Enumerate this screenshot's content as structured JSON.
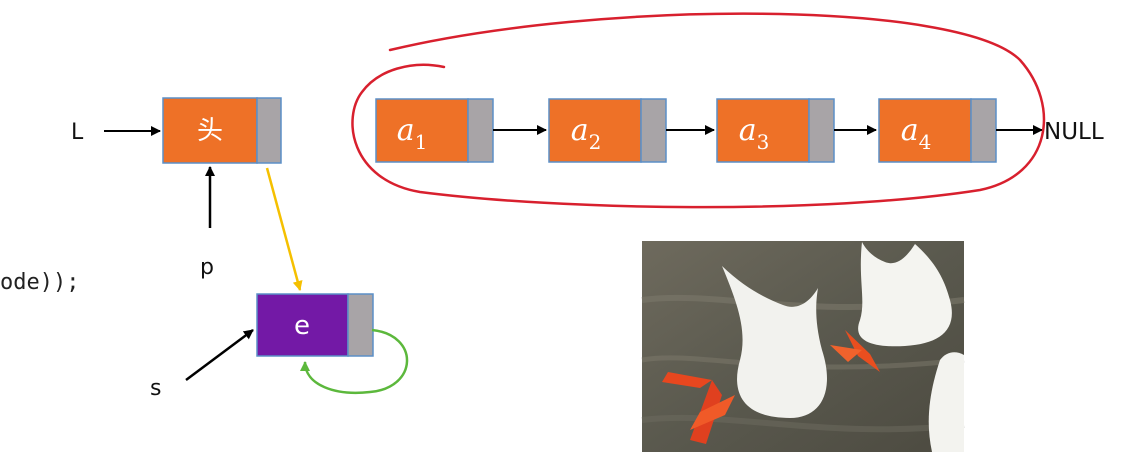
{
  "code_fragment": "ode));",
  "labels": {
    "L": "L",
    "p": "p",
    "s": "s",
    "null": "NULL"
  },
  "head_node": {
    "text": "头"
  },
  "new_node": {
    "text": "e"
  },
  "list_nodes": [
    {
      "letter": "a",
      "sub": "1"
    },
    {
      "letter": "a",
      "sub": "2"
    },
    {
      "letter": "a",
      "sub": "3"
    },
    {
      "letter": "a",
      "sub": "4"
    }
  ],
  "colors": {
    "node_fill": "#ee7127",
    "node_stroke": "#5b8fc7",
    "pointer_fill": "#a8a4a7",
    "new_node_fill": "#7319a6",
    "yellow_arrow": "#f5c000",
    "green_arrow": "#5cb83c",
    "red_ellipse": "#d8202e"
  },
  "photo": {
    "subject": "ducks-diving-photo"
  }
}
